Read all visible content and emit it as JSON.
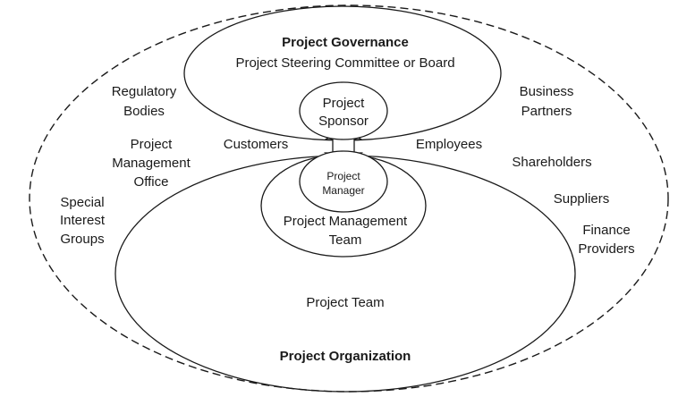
{
  "governance": {
    "title": "Project Governance",
    "subtitle": "Project Steering Committee or Board"
  },
  "sponsor": {
    "line1": "Project",
    "line2": "Sponsor"
  },
  "manager": {
    "line1": "Project",
    "line2": "Manager"
  },
  "pm_team": {
    "line1": "Project Management",
    "line2": "Team"
  },
  "project_team": {
    "label": "Project Team"
  },
  "organization": {
    "title": "Project Organization"
  },
  "inner_stakeholders": {
    "customers": "Customers",
    "employees": "Employees"
  },
  "outer_stakeholders": {
    "regulatory": {
      "line1": "Regulatory",
      "line2": "Bodies"
    },
    "pmo": {
      "line1": "Project",
      "line2": "Management",
      "line3": "Office"
    },
    "special": {
      "line1": "Special",
      "line2": "Interest",
      "line3": "Groups"
    },
    "business": {
      "line1": "Business",
      "line2": "Partners"
    },
    "shareholders": "Shareholders",
    "suppliers": "Suppliers",
    "finance": {
      "line1": "Finance",
      "line2": "Providers"
    }
  }
}
